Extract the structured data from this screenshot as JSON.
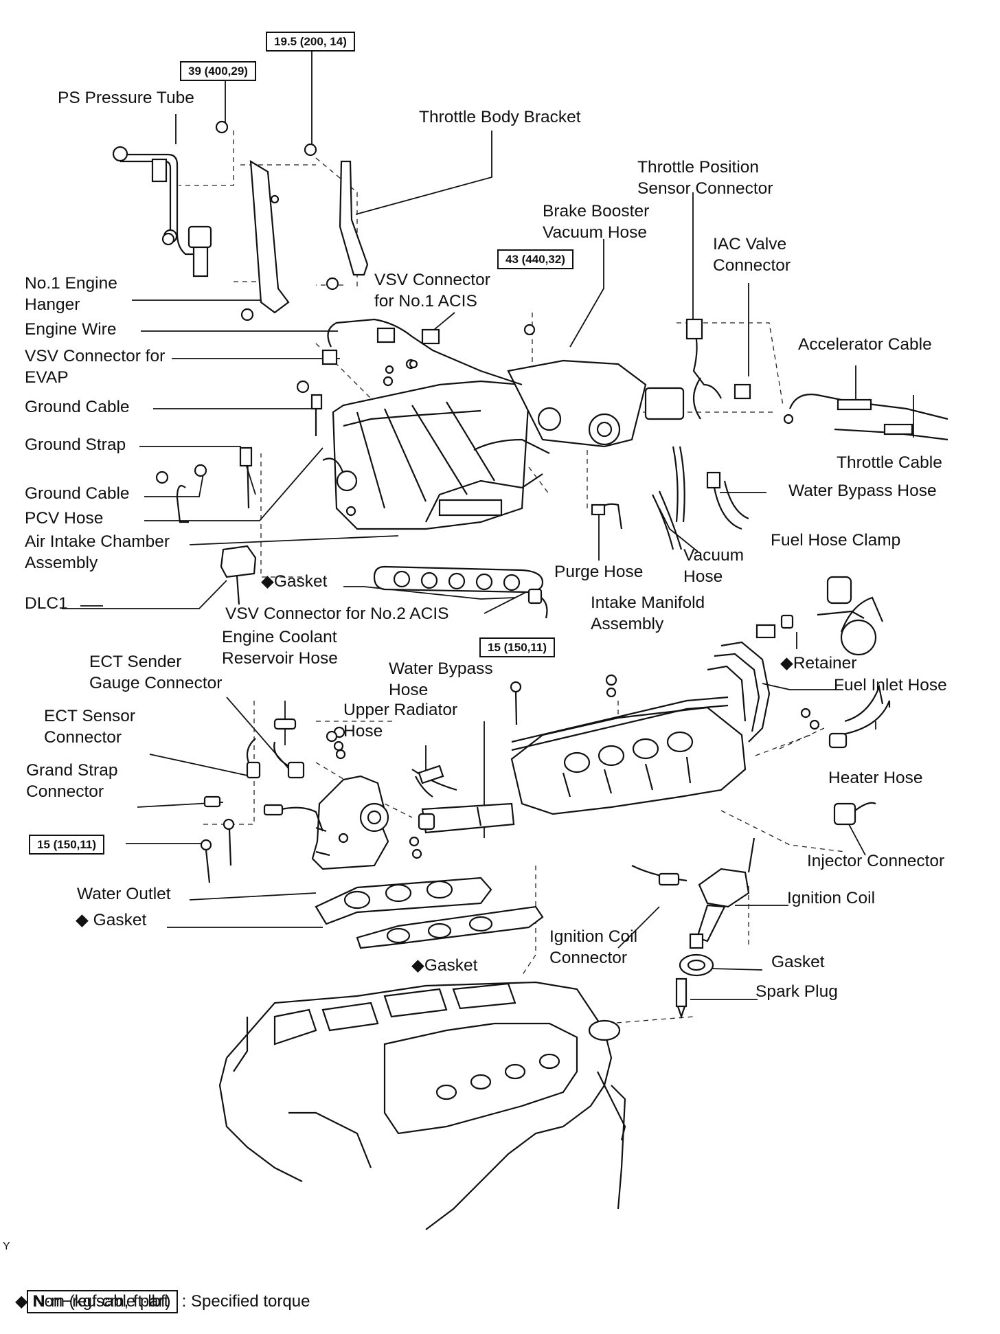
{
  "torque": {
    "t1": "19.5 (200, 14)",
    "t2": "39 (400,29)",
    "t3": "43 (440,32)",
    "t4": "15 (150,11)",
    "t5": "15 (150,11)"
  },
  "labels": {
    "ps_pressure_tube": "PS Pressure Tube",
    "throttle_body_bracket": "Throttle Body Bracket",
    "tps_connector": "Throttle Position\nSensor Connector",
    "brake_booster_hose": "Brake Booster\nVacuum Hose",
    "iac_valve_connector": "IAC Valve\nConnector",
    "no1_engine_hanger": "No.1 Engine\nHanger",
    "vsv_no1_acis": "VSV Connector\nfor No.1 ACIS",
    "engine_wire": "Engine Wire",
    "vsv_evap": "VSV Connector for\nEVAP",
    "accelerator_cable": "Accelerator Cable",
    "ground_cable_1": "Ground Cable",
    "ground_strap": "Ground Strap",
    "throttle_cable": "Throttle Cable",
    "ground_cable_2": "Ground Cable",
    "water_bypass_hose_1": "Water Bypass Hose",
    "pcv_hose": "PCV Hose",
    "air_intake_chamber": "Air Intake Chamber\nAssembly",
    "fuel_hose_clamp": "Fuel Hose Clamp",
    "vacuum_hose": "Vacuum\nHose",
    "purge_hose": "Purge Hose",
    "gasket_1": "◆Gasket",
    "dlc1": "DLC1",
    "vsv_no2_acis": "VSV Connector for No.2 ACIS",
    "intake_manifold": "Intake Manifold\nAssembly",
    "coolant_reservoir_hose": "Engine Coolant\nReservoir Hose",
    "ect_sender": "ECT Sender\nGauge Connector",
    "retainer": "◆Retainer",
    "water_bypass_hose_2": "Water Bypass\nHose",
    "fuel_inlet_hose": "Fuel Inlet Hose",
    "ect_sensor": "ECT Sensor\nConnector",
    "upper_radiator_hose": "Upper Radiator\nHose",
    "grand_strap": "Grand Strap\nConnector",
    "heater_hose": "Heater Hose",
    "injector_connector": "Injector Connector",
    "water_outlet": "Water Outlet",
    "ignition_coil": "Ignition Coil",
    "gasket_2": "◆ Gasket",
    "ignition_coil_connector": "Ignition Coil\nConnector",
    "gasket_3": "Gasket",
    "gasket_4": "◆Gasket",
    "spark_plug": "Spark Plug"
  },
  "figure_ref": "Y",
  "legend": {
    "box": "N·m (kgf·cm, ft·lbf)",
    "box_text": ": Specified torque",
    "nonreusable": "◆ Non−reusable part"
  }
}
